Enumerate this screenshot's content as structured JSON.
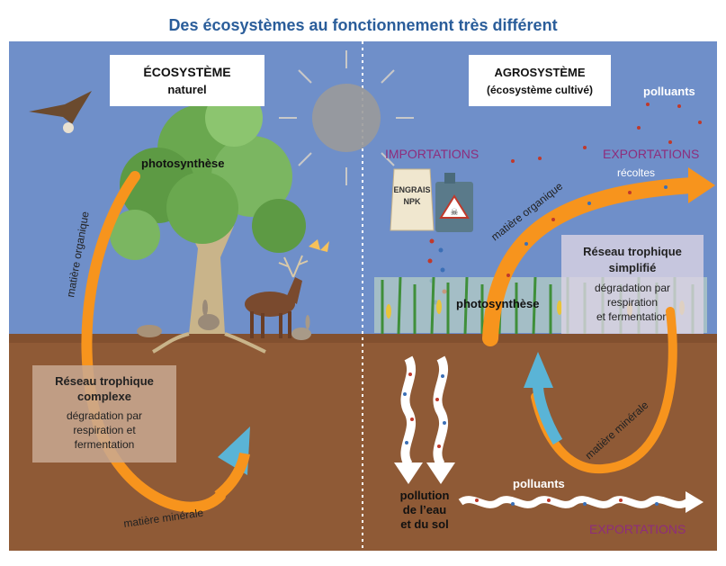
{
  "title": "Des écosystèmes au fonctionnement très différent",
  "left": {
    "box_title": "ÉCOSYSTÈME",
    "box_subtitle": "naturel",
    "photosynthese": "photosynthèse",
    "matiere_organique": "matière organique",
    "matiere_minerale": "matière minérale",
    "reseau_line1": "Réseau trophique",
    "reseau_line2": "complexe",
    "reseau_desc1": "dégradation par",
    "reseau_desc2": "respiration et",
    "reseau_desc3": "fermentation"
  },
  "right": {
    "box_title": "AGROSYSTÈME",
    "box_subtitle": "(écosystème cultivé)",
    "polluants_top": "polluants",
    "importations": "IMPORTATIONS",
    "exportations_top": "EXPORTATIONS",
    "recoltes": "récoltes",
    "matiere_organique": "matière organique",
    "engrais_line1": "ENGRAIS",
    "engrais_line2": "NPK",
    "photosynthese": "photosynthèse",
    "reseau_line1": "Réseau trophique",
    "reseau_line2": "simplifié",
    "reseau_desc1": "dégradation par",
    "reseau_desc2": "respiration",
    "reseau_desc3": "et fermentation",
    "matiere_minerale": "matière minérale",
    "pollution_line1": "pollution",
    "pollution_line2": "de l’eau",
    "pollution_line3": "et du sol",
    "polluants_bottom": "polluants",
    "exportations_bottom": "EXPORTATIONS"
  },
  "colors": {
    "sky": "#6f8fc9",
    "soil": "#8f5a36",
    "orange": "#f7941d",
    "blue_arrow": "#5ab4d6",
    "title_blue": "#2a5d9a",
    "purple": "#8e2d7c"
  }
}
